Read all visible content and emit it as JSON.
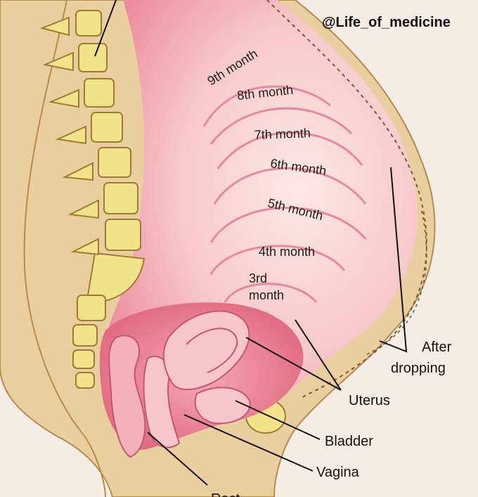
{
  "watermark": "@Life_of_medicine",
  "months": {
    "m9": "9th month",
    "m8": "8th month",
    "m7": "7th month",
    "m6": "6th month",
    "m5": "5th month",
    "m4": "4th month",
    "m3_line1": "3rd",
    "m3_line2": "month"
  },
  "labels": {
    "after_line1": "After",
    "after_line2": "dropping",
    "uterus": "Uterus",
    "bladder": "Bladder",
    "vagina": "Vagina",
    "rectum_partial": "Rect"
  },
  "colors": {
    "skin": "#e9cfa0",
    "skin_outline": "#b88a4a",
    "abdomen_pink": "#f6c2c4",
    "uterus_pink": "#ea7f92",
    "bone": "#f2e28a"
  }
}
